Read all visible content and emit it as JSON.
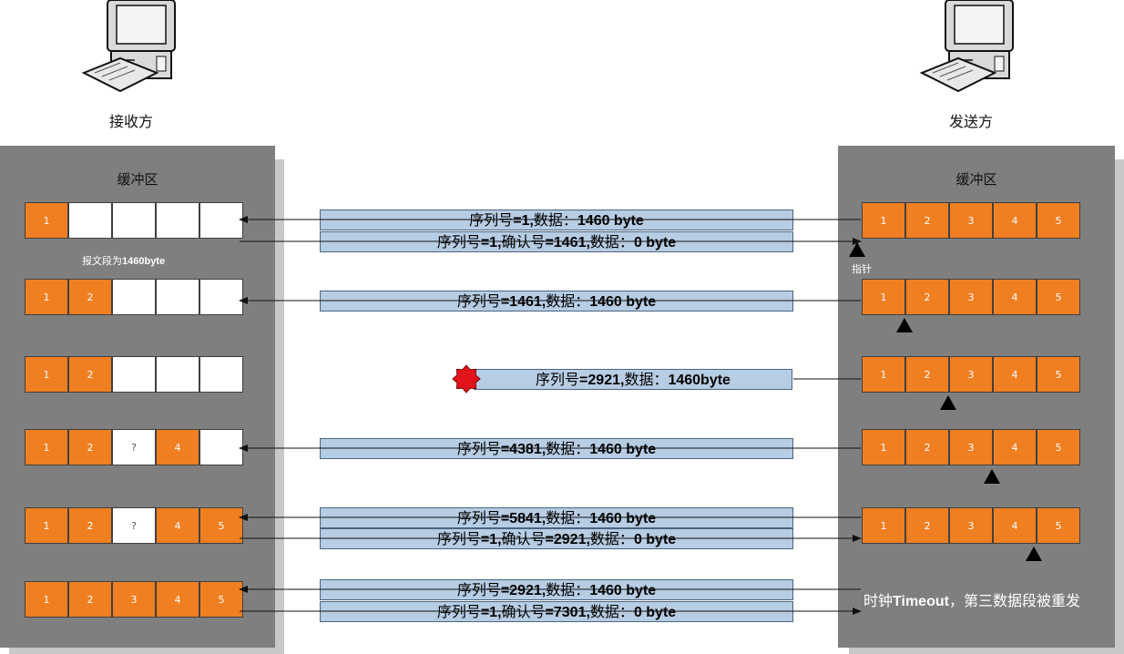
{
  "receiver": {
    "label": "接收方",
    "buffer_title": "缓冲区",
    "segment_note": {
      "prefix": "报文段为",
      "value": "1460byte"
    },
    "rows": [
      [
        "1",
        "",
        "",
        "",
        ""
      ],
      [
        "1",
        "2",
        "",
        "",
        ""
      ],
      [
        "1",
        "2",
        "",
        "",
        ""
      ],
      [
        "1",
        "2",
        "?",
        "4",
        ""
      ],
      [
        "1",
        "2",
        "?",
        "4",
        "5"
      ],
      [
        "1",
        "2",
        "3",
        "4",
        "5"
      ]
    ]
  },
  "sender": {
    "label": "发送方",
    "buffer_title": "缓冲区",
    "pointer_label": "指针",
    "rows": [
      [
        "1",
        "2",
        "3",
        "4",
        "5"
      ],
      [
        "1",
        "2",
        "3",
        "4",
        "5"
      ],
      [
        "1",
        "2",
        "3",
        "4",
        "5"
      ],
      [
        "1",
        "2",
        "3",
        "4",
        "5"
      ],
      [
        "1",
        "2",
        "3",
        "4",
        "5"
      ]
    ],
    "timeout_note": {
      "prefix": "时钟",
      "bold": "Timeout",
      "suffix": "，第三数据段被重发"
    }
  },
  "messages": [
    {
      "direction": "to-receiver",
      "lost": false,
      "pre": "序列号",
      "b1": "=1,",
      "mid": "数据：",
      "b2": "1460 byte"
    },
    {
      "direction": "to-sender",
      "lost": false,
      "pre": "序列号",
      "b1": "=1,",
      "mid": "确认号",
      "b2": "=1461,",
      "mid2": "数据：",
      "b3": "0 byte"
    },
    {
      "direction": "to-receiver",
      "lost": false,
      "pre": "序列号",
      "b1": "=1461,",
      "mid": "数据：",
      "b2": "1460 byte"
    },
    {
      "direction": "to-receiver",
      "lost": true,
      "pre": "序列号",
      "b1": "=2921,",
      "mid": "数据：",
      "b2": "1460byte"
    },
    {
      "direction": "to-receiver",
      "lost": false,
      "pre": "序列号",
      "b1": "=4381,",
      "mid": "数据：",
      "b2": "1460 byte"
    },
    {
      "direction": "to-receiver",
      "lost": false,
      "pre": "序列号",
      "b1": "=5841,",
      "mid": "数据：",
      "b2": "1460 byte"
    },
    {
      "direction": "to-sender",
      "lost": false,
      "pre": "序列号",
      "b1": "=1,",
      "mid": "确认号",
      "b2": "=2921,",
      "mid2": "数据：",
      "b3": "0 byte"
    },
    {
      "direction": "to-receiver",
      "lost": false,
      "pre": "序列号",
      "b1": "=2921,",
      "mid": "数据：",
      "b2": "1460 byte"
    },
    {
      "direction": "to-sender",
      "lost": false,
      "pre": "序列号",
      "b1": "=1,",
      "mid": "确认号",
      "b2": "=7301,",
      "mid2": "数据：",
      "b3": "0 byte"
    }
  ],
  "colors": {
    "filled_cell": "#f07f22",
    "empty_cell": "#ffffff",
    "panel": "#7f7f7f",
    "message_box": "#b7cde4",
    "lost_marker": "#e0141a"
  }
}
